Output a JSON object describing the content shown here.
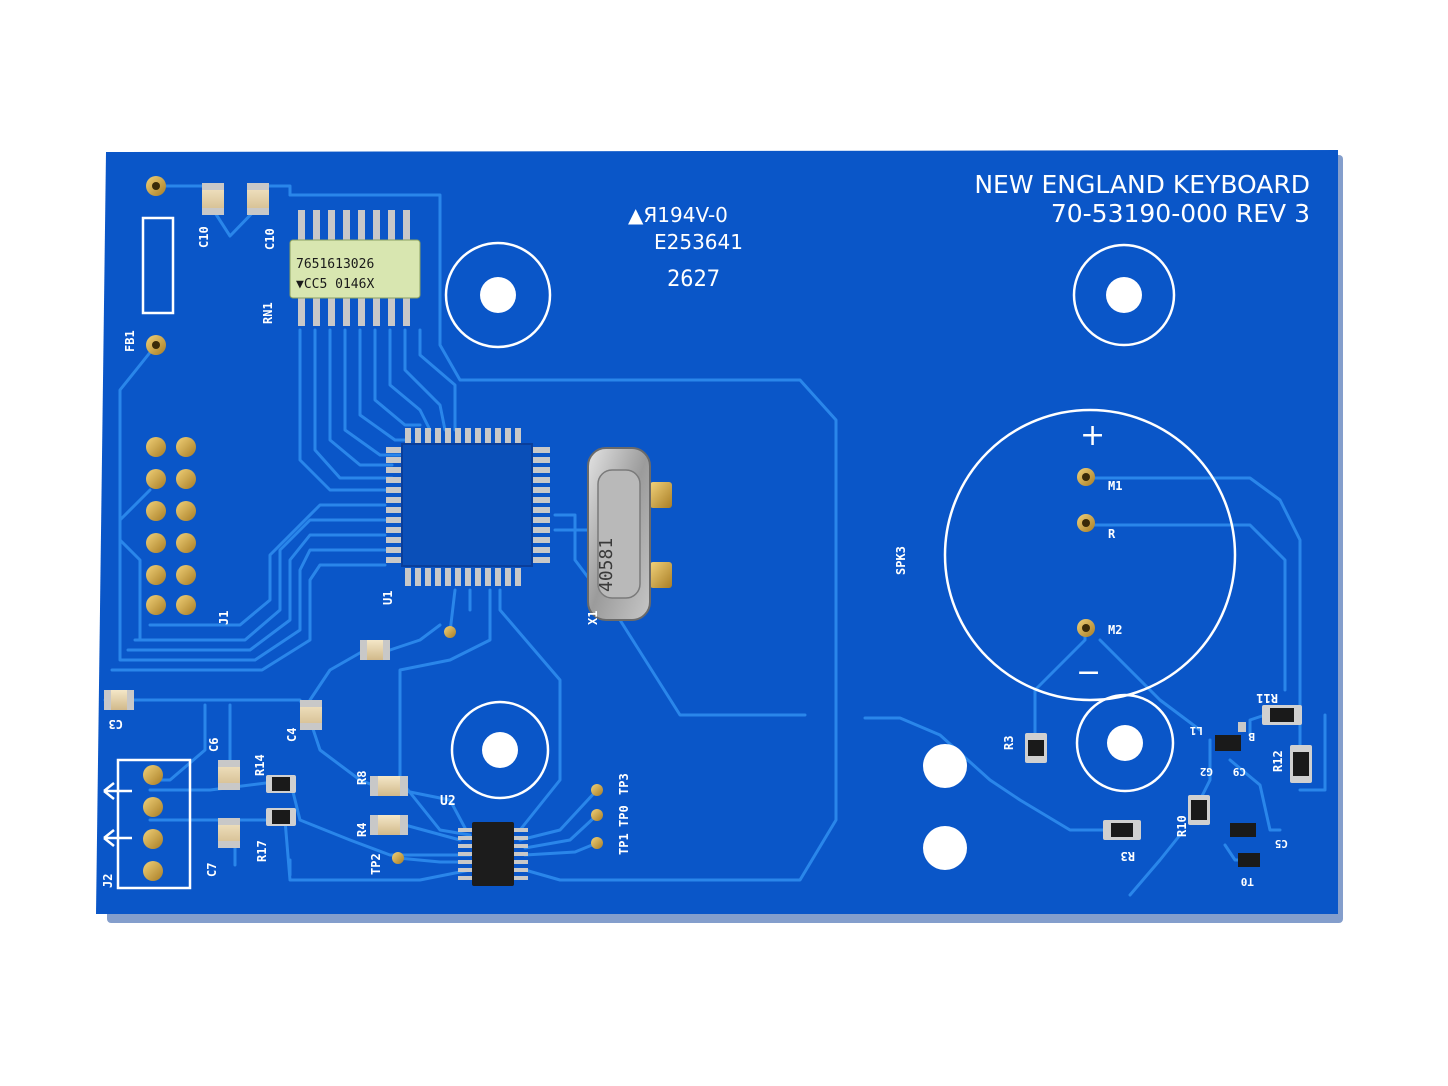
{
  "board": {
    "title_line1": "NEW ENGLAND KEYBOARD",
    "title_line2": "70-53190-000 REV 3",
    "ul_rating": "▲Я194V-0",
    "ul_number": "E253641",
    "date_code": "2627",
    "colors": {
      "pcb": "#0a56c8",
      "trace": "#2a86ea",
      "silkscreen": "#ffffff",
      "gold": "#c9a24a",
      "hole": "#ffffff"
    }
  },
  "components": {
    "c10a": "C10",
    "c10b": "C10",
    "fb1": "FB1",
    "rn1": "RN1",
    "resistor_network_marking1": "7651613026",
    "resistor_network_marking2": "▼CC5  0146X",
    "u1": "U1",
    "x1": "X1",
    "crystal_marking": "40581",
    "j1": "J1",
    "j2": "J2",
    "c3": "C3",
    "c4": "C4",
    "c6": "C6",
    "c7": "C7",
    "r14": "R14",
    "r17": "R17",
    "r8": "R8",
    "r4": "R4",
    "u2": "U2",
    "tp1": "TP1",
    "tp0": "TP0",
    "tp3": "TP3",
    "tp2": "TP2",
    "spk3": "SPK3",
    "m1": "M1",
    "r_pin": "R",
    "m2": "M2",
    "plus": "+",
    "minus": "−",
    "r3a": "R3",
    "r3b": "R3",
    "r11": "R11",
    "r12": "R12",
    "r10": "R10",
    "l1": "L1",
    "g2": "G2",
    "c9": "C9",
    "c5": "C5",
    "t0": "T0",
    "b": "B"
  }
}
